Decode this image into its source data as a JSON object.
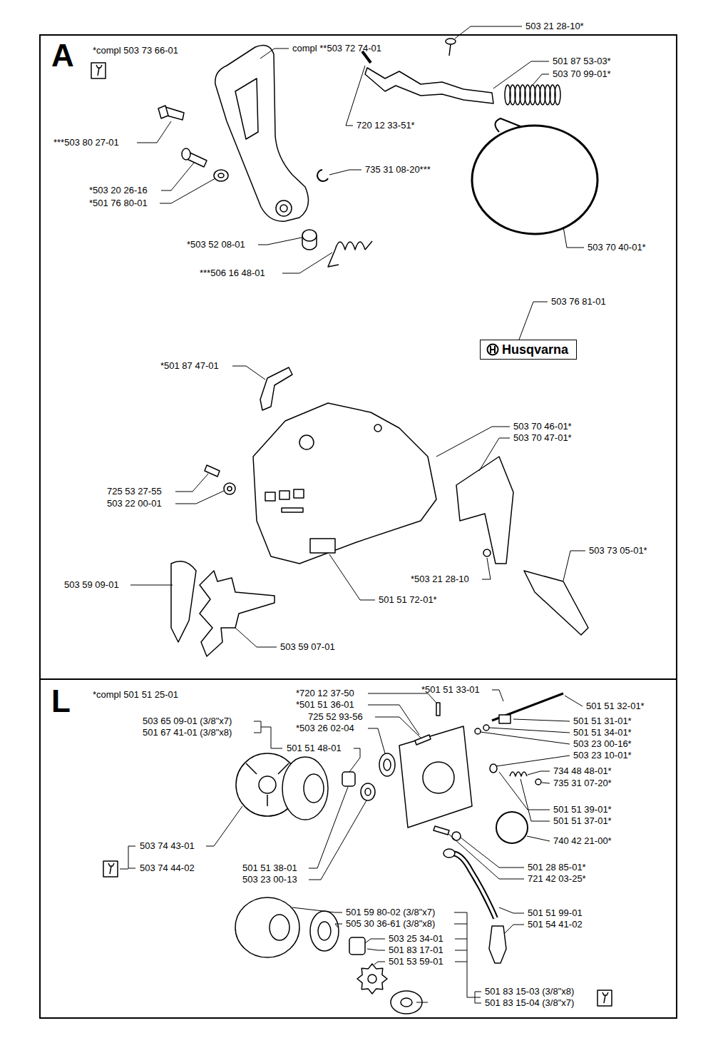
{
  "diagram": {
    "nodes": [
      {
        "text": [
          "A",
          "*compl 503 73 66-01"
        ]
      },
      {
        "text": [
          "L",
          "*compl 501 51 25-01"
        ]
      },
      {
        "text": [
          "Husqvarna"
        ],
        "in": 0
      }
    ],
    "labels": [
      "compl **503 72 74-01",
      "503 21 28-10*",
      "501 87 53-03*",
      "503 70 99-01*",
      "720 12 33-51*",
      "***503 80 27-01",
      "735 31 08-20***",
      "*503 20 26-16",
      "*501 76 80-01",
      "*503 52 08-01",
      "***506 16 48-01",
      "503 70 40-01*",
      "503 76 81-01",
      "*501 87 47-01",
      "503 70 46-01*",
      "503 70 47-01*",
      "725 53 27-55",
      "503 22 00-01",
      "503 73 05-01*",
      "503 59 09-01",
      "*503 21 28-10",
      "501 51 72-01*",
      "503 59 07-01",
      "*720 12 37-50",
      "*501 51 33-01",
      "501 51 32-01*",
      "*501 51 36-01",
      "725 52 93-56",
      "*503 26 02-04",
      "501 51 31-01*",
      "501 51 34-01*",
      "503 23 00-16*",
      "503 23 10-01*",
      "503 65 09-01 (3/8\"x7)",
      "501 67 41-01 (3/8\"x8)",
      "501 51 48-01",
      "734 48 48-01*",
      "735 31 07-20*",
      "501 51 39-01*",
      "501 51 37-01*",
      "740 42 21-00*",
      "503 74 43-01",
      "503 74 44-02",
      "501 51 38-01",
      "503 23 00-13",
      "501 28 85-01*",
      "721 42 03-25*",
      "501 59 80-02 (3/8\"x7)",
      "505 30 36-61 (3/8\"x8)",
      "501 51 99-01",
      "501 54 41-02",
      "503 25 34-01",
      "501 83 17-01",
      "501 53 59-01",
      "501 83 15-03 (3/8\"x8)",
      "501 83 15-04 (3/8\"x7)"
    ]
  }
}
